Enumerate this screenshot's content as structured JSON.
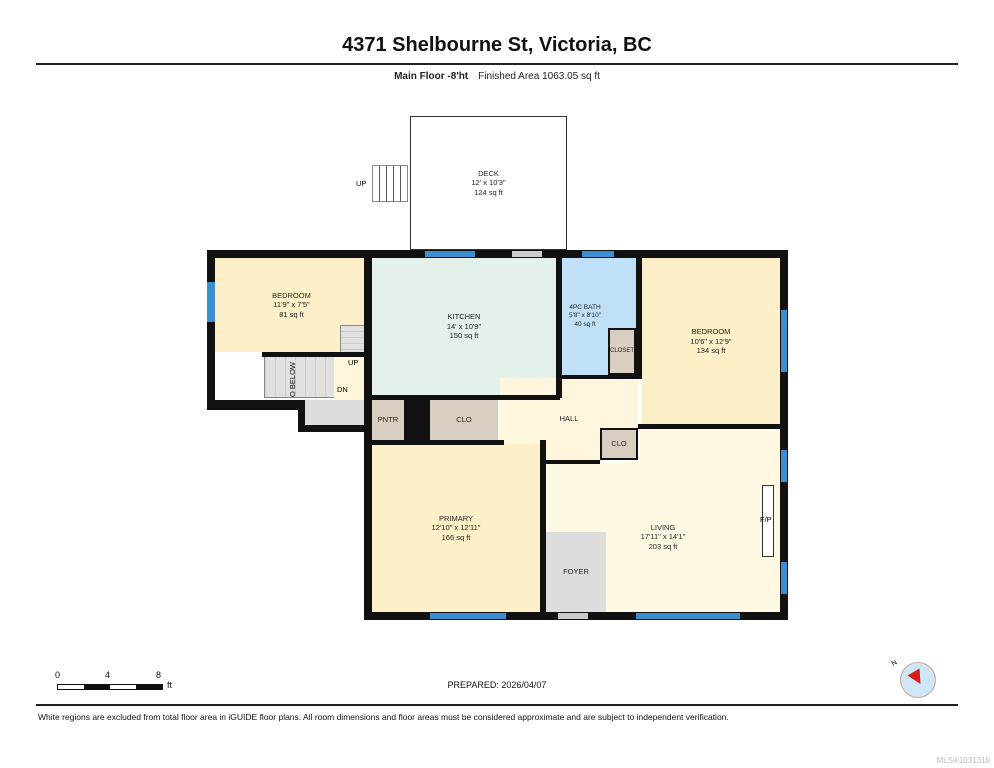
{
  "header": {
    "title": "4371 Shelbourne St, Victoria, BC",
    "floor": "Main Floor -8'ht",
    "finished_area": "Finished Area 1063.05 sq ft"
  },
  "rooms": {
    "deck": {
      "name": "DECK",
      "dims": "12' x 10'3\"",
      "area": "124 sq ft"
    },
    "bedroom1": {
      "name": "BEDROOM",
      "dims": "11'9\" x 7'5\"",
      "area": "81 sq ft"
    },
    "kitchen": {
      "name": "KITCHEN",
      "dims": "14' x 10'9\"",
      "area": "150 sq ft"
    },
    "bath": {
      "name": "4PC BATH",
      "dims": "5'8\" x 8'10\"",
      "area": "40 sq ft"
    },
    "bedroom2": {
      "name": "BEDROOM",
      "dims": "10'6\" x 12'9\"",
      "area": "134 sq ft"
    },
    "primary": {
      "name": "PRIMARY",
      "dims": "12'10\" x 12'11\"",
      "area": "166 sq ft"
    },
    "living": {
      "name": "LIVING",
      "dims": "17'11\" x 14'1\"",
      "area": "203 sq ft"
    }
  },
  "labels": {
    "closet": "CLOSET",
    "clo1": "CLO",
    "clo2": "CLO",
    "pntr": "PNTR",
    "hall": "HALL",
    "foyer": "FOYER",
    "fp": "F/P",
    "up1": "UP",
    "up2": "UP",
    "dn": "DN",
    "below": "O BELOW"
  },
  "scale": {
    "t0": "0",
    "t4": "4",
    "t8": "8",
    "unit": "ft"
  },
  "prepared": "PREPARED: 2026/04/07",
  "compass": {
    "n": "N"
  },
  "disclaimer": "White regions are excluded from total floor area in iGUIDE floor plans. All room dimensions and floor areas must be considered approximate and are subject to independent verification.",
  "mls": "MLS®1031319"
}
